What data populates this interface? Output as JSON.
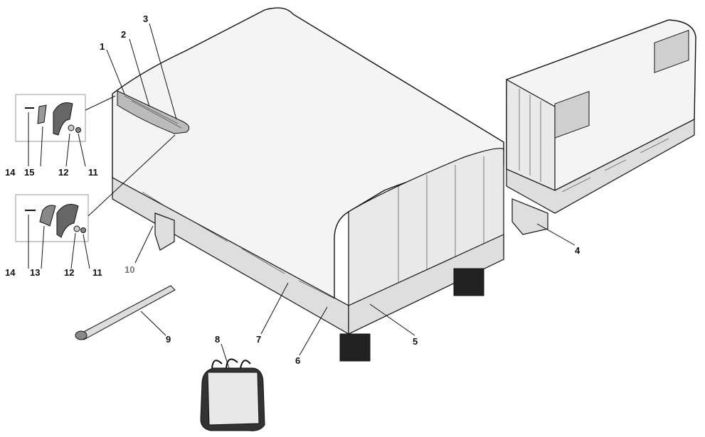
{
  "diagram": {
    "callouts": [
      {
        "id": "c1",
        "text": "1"
      },
      {
        "id": "c2",
        "text": "2"
      },
      {
        "id": "c3",
        "text": "3"
      },
      {
        "id": "c4",
        "text": "4"
      },
      {
        "id": "c5",
        "text": "5"
      },
      {
        "id": "c6",
        "text": "6"
      },
      {
        "id": "c7",
        "text": "7"
      },
      {
        "id": "c8",
        "text": "8"
      },
      {
        "id": "c9",
        "text": "9"
      },
      {
        "id": "c10",
        "text": "10"
      },
      {
        "id": "c11a",
        "text": "11"
      },
      {
        "id": "c12a",
        "text": "12"
      },
      {
        "id": "c14a",
        "text": "14"
      },
      {
        "id": "c15",
        "text": "15"
      },
      {
        "id": "c11b",
        "text": "11"
      },
      {
        "id": "c12b",
        "text": "12"
      },
      {
        "id": "c13",
        "text": "13"
      },
      {
        "id": "c14b",
        "text": "14"
      }
    ]
  }
}
